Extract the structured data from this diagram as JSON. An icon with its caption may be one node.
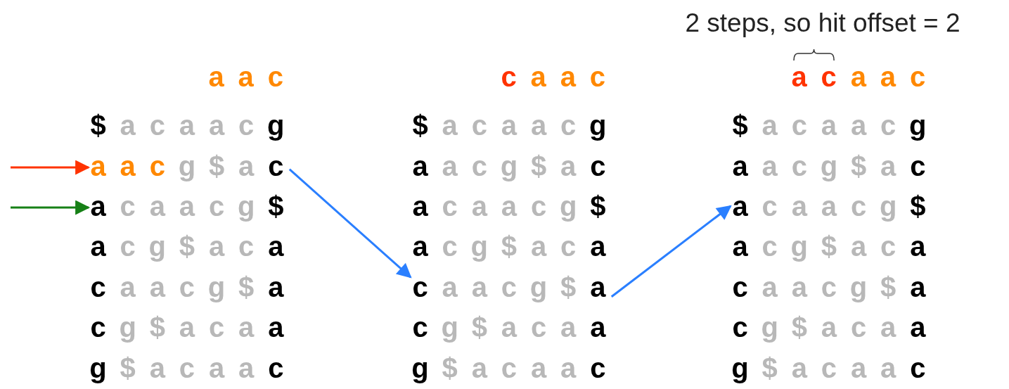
{
  "diagram": {
    "nodes": [
      {
        "text": [
          "$ a c a a c g"
        ]
      },
      {
        "text": [
          "a a c g $ a c"
        ]
      },
      {
        "text": [
          "a c a a c g $"
        ]
      },
      {
        "text": [
          "a c g $ a c a"
        ]
      },
      {
        "text": [
          "c a a c g $ a"
        ]
      },
      {
        "text": [
          "c g $ a c a a"
        ]
      },
      {
        "text": [
          "g $ a c a a c"
        ]
      },
      {
        "text": [
          "$ a c a a c g"
        ]
      },
      {
        "text": [
          "a a c g $ a c"
        ]
      },
      {
        "text": [
          "a c a a c g $"
        ]
      },
      {
        "text": [
          "a c g $ a c a"
        ]
      },
      {
        "text": [
          "c a a c g $ a"
        ]
      },
      {
        "text": [
          "c g $ a c a a"
        ]
      },
      {
        "text": [
          "g $ a c a a c"
        ]
      },
      {
        "text": [
          "$ a c a a c g"
        ]
      },
      {
        "text": [
          "a a c g $ a c"
        ]
      },
      {
        "text": [
          "a c a a c g $"
        ]
      },
      {
        "text": [
          "a c g $ a c a"
        ]
      },
      {
        "text": [
          "c a a c g $ a"
        ]
      },
      {
        "text": [
          "c g $ a c a a"
        ]
      },
      {
        "text": [
          "g $ a c a a c"
        ]
      }
    ],
    "edges": [
      {
        "from": null,
        "to": 1,
        "arrow": "to",
        "color": "#ff3300"
      },
      {
        "from": null,
        "to": 2,
        "arrow": "to",
        "color": "#168016"
      },
      {
        "from": 1,
        "to": 11,
        "arrow": "to"
      },
      {
        "from": 11,
        "to": 16,
        "arrow": "to"
      }
    ],
    "labels": [
      "2 steps, so hit offset = 2",
      "a a c",
      "c a a c",
      "a c a a c"
    ]
  }
}
